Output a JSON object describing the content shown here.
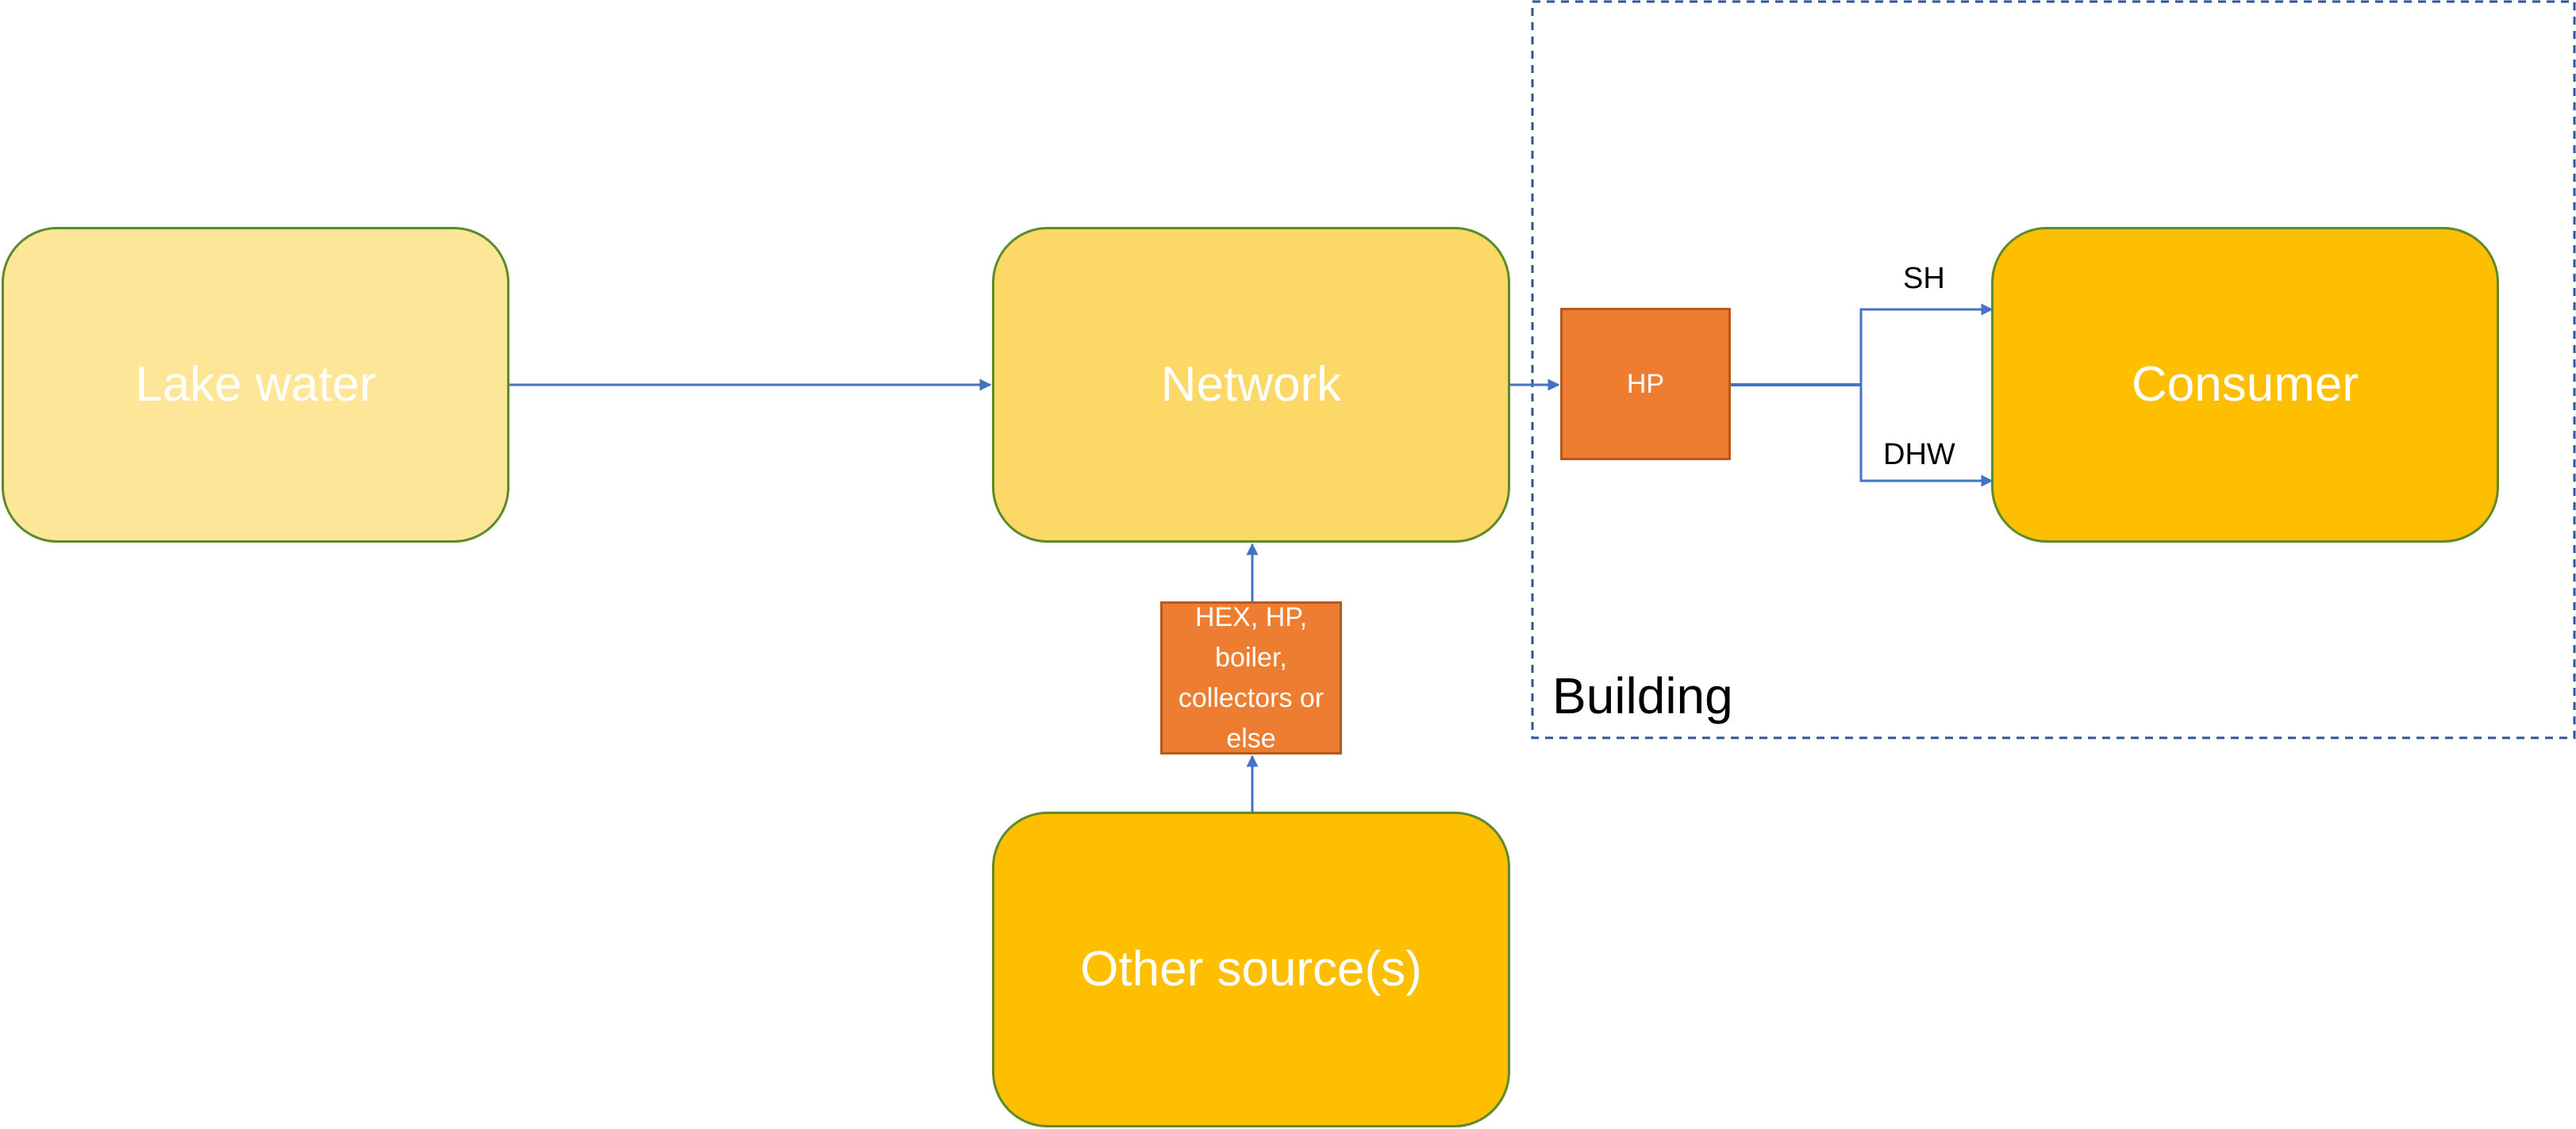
{
  "colors": {
    "lake_fill": "#fee699",
    "network_fill": "#fcd867",
    "gold_fill": "#fdbf00",
    "hp_fill": "#ed7d31",
    "node_border": "#5f8a2a",
    "arrow": "#4472c4",
    "building_border": "#2e5597"
  },
  "nodes": {
    "lake_water": "Lake water",
    "network": "Network",
    "consumer": "Consumer",
    "other_sources": "Other source(s)",
    "hp": "HP",
    "hex_box": "HEX, HP, boiler, collectors or else"
  },
  "flows": {
    "sh": "SH",
    "dhw": "DHW"
  },
  "building": {
    "label": "Building"
  }
}
